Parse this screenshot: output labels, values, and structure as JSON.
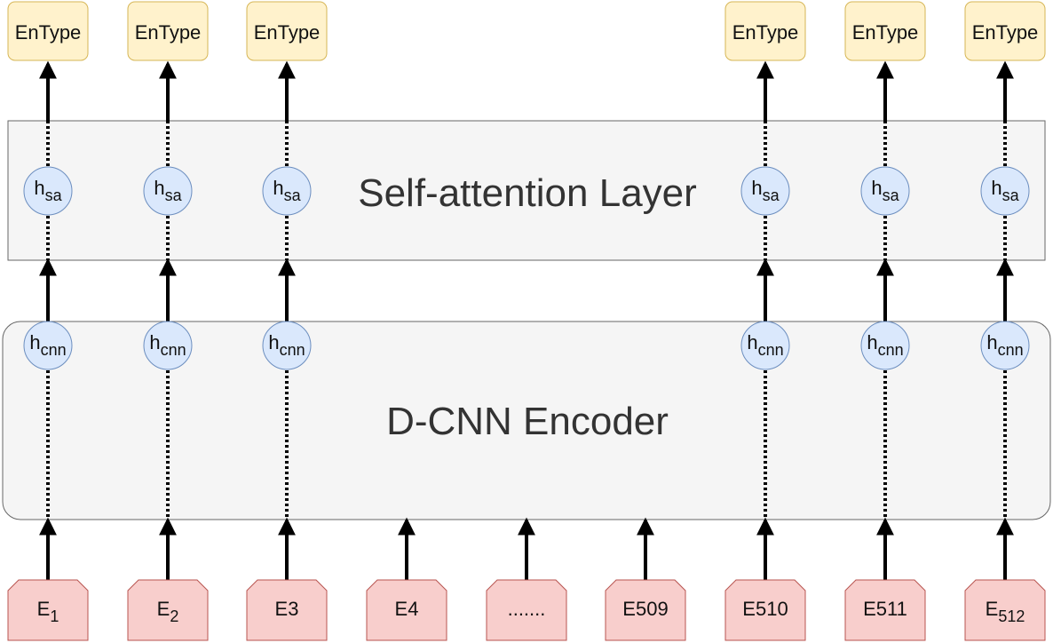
{
  "layers": {
    "self_attention": {
      "title": "Self-attention Layer"
    },
    "dcnn": {
      "title": "D-CNN Encoder"
    }
  },
  "outputs": [
    {
      "label": "EnType"
    },
    {
      "label": "EnType"
    },
    {
      "label": "EnType"
    },
    {
      "label": "EnType"
    },
    {
      "label": "EnType"
    },
    {
      "label": "EnType"
    }
  ],
  "hidden_sa": [
    {
      "base": "h",
      "sub": "sa"
    },
    {
      "base": "h",
      "sub": "sa"
    },
    {
      "base": "h",
      "sub": "sa"
    },
    {
      "base": "h",
      "sub": "sa"
    },
    {
      "base": "h",
      "sub": "sa"
    },
    {
      "base": "h",
      "sub": "sa"
    }
  ],
  "hidden_cnn": [
    {
      "base": "h",
      "sub": "cnn"
    },
    {
      "base": "h",
      "sub": "cnn"
    },
    {
      "base": "h",
      "sub": "cnn"
    },
    {
      "base": "h",
      "sub": "cnn"
    },
    {
      "base": "h",
      "sub": "cnn"
    },
    {
      "base": "h",
      "sub": "cnn"
    }
  ],
  "inputs": [
    {
      "base": "E",
      "sub": "1"
    },
    {
      "base": "E",
      "sub": "2"
    },
    {
      "base": "E3",
      "sub": ""
    },
    {
      "base": "E4",
      "sub": ""
    },
    {
      "base": ".......",
      "sub": ""
    },
    {
      "base": "E509",
      "sub": ""
    },
    {
      "base": "E510",
      "sub": ""
    },
    {
      "base": "E511",
      "sub": ""
    },
    {
      "base": "E",
      "sub": "512"
    }
  ],
  "colors": {
    "output_fill": "#fff2cc",
    "output_stroke": "#d6b656",
    "node_fill": "#dae8fc",
    "node_stroke": "#6c8ebf",
    "input_fill": "#f8cecc",
    "input_stroke": "#b85450",
    "layer_fill": "#f5f5f5",
    "layer_stroke": "#666666",
    "arrow": "#000000"
  }
}
